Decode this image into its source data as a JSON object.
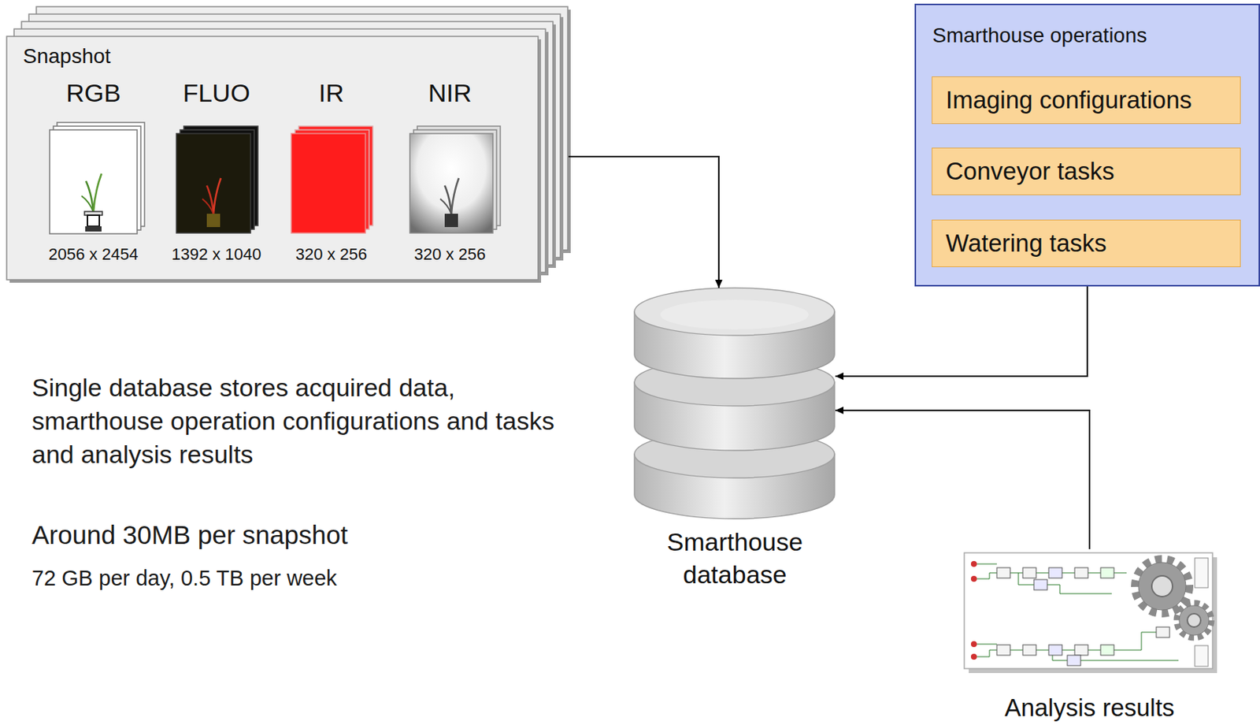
{
  "diagram": {
    "nodes": [
      {
        "text": [
          "Snapshot"
        ]
      },
      {
        "text": [
          "RGB",
          "2056 x 2454"
        ],
        "in": 0
      },
      {
        "text": [
          "FLUO",
          "1392 x 1040"
        ],
        "in": 0
      },
      {
        "text": [
          "IR",
          "320 x 256"
        ],
        "in": 0
      },
      {
        "text": [
          "NIR",
          "320 x 256"
        ],
        "in": 0
      },
      {
        "text": [
          "Smarthouse operations"
        ]
      },
      {
        "text": [
          "Imaging configurations"
        ],
        "in": 5
      },
      {
        "text": [
          "Conveyor tasks"
        ],
        "in": 5
      },
      {
        "text": [
          "Watering tasks"
        ],
        "in": 5
      },
      {
        "text": [
          "Smarthouse database"
        ]
      },
      {
        "text": [
          "Analysis results"
        ]
      }
    ],
    "edges": [
      {
        "from": 0,
        "to": 9,
        "arrow": "to"
      },
      {
        "from": 5,
        "to": 9,
        "arrow": "to"
      },
      {
        "from": 10,
        "to": 9,
        "arrow": "to"
      }
    ],
    "labels": [
      "Single database stores acquired data, smarthouse operation configurations and tasks and analysis results",
      "Around 30MB per snapshot",
      "72 GB per day, 0.5 TB per week"
    ]
  }
}
